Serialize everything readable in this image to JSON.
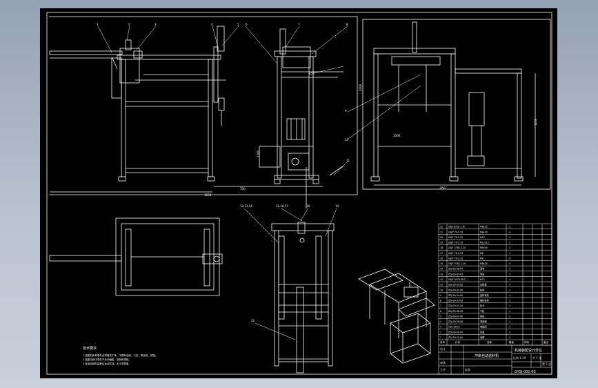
{
  "drawing": {
    "title_block": {
      "drawing_name": "冲床自动送料机",
      "company": "机械装配设计单位",
      "drawing_no": "GYSJ-001-00",
      "approval_row": [
        "设计",
        "",
        "审核",
        "",
        "工艺",
        "批准"
      ]
    },
    "bom_rows": [
      {
        "no": "22",
        "code": "GB/T5782-1-30",
        "name": "M8x25",
        "qty": "1"
      },
      {
        "no": "21",
        "code": "GB/T 70-1-23",
        "name": "M8x30",
        "qty": "4"
      },
      {
        "no": "20",
        "code": "GB/T 70-1-23",
        "name": "M12",
        "qty": "4"
      },
      {
        "no": "19",
        "code": "GB/T 70-1-23",
        "name": "M12x12",
        "qty": "2"
      },
      {
        "no": "18",
        "code": "GB/T 5782-2-20",
        "name": "M8x30",
        "qty": "2"
      },
      {
        "no": "17",
        "code": "GB/T 70-1-22",
        "name": "M6",
        "qty": "4"
      },
      {
        "no": "16",
        "code": "GB/T 70-1-23",
        "name": "M8",
        "qty": "4"
      },
      {
        "no": "15",
        "code": "GB/T 5782-1-20",
        "name": "M8x20",
        "qty": "4"
      },
      {
        "no": "14",
        "code": "ZDJ-00-05-04",
        "name": "滑块",
        "qty": "1"
      },
      {
        "no": "13",
        "code": "ZDJ-00-05-03",
        "name": "导轨",
        "qty": "2"
      },
      {
        "no": "12",
        "code": "GB/T 6170-M12",
        "name": "M12",
        "qty": "4"
      },
      {
        "no": "11",
        "code": "ZDJ-00-05-02",
        "name": "支撑板",
        "qty": "1"
      },
      {
        "no": "10",
        "code": "ZDJ-00-01-00",
        "name": "机架",
        "qty": "1"
      },
      {
        "no": "9",
        "code": "ZDJ-00-04-00",
        "name": "送料机构",
        "qty": "1"
      },
      {
        "no": "8",
        "code": "ZDJ-00-03-00",
        "name": "推料机构",
        "qty": "1"
      },
      {
        "no": "7",
        "code": "ZDJ-00-02-00",
        "name": "料仓",
        "qty": "1"
      },
      {
        "no": "6",
        "code": "ZDJ-00-06-00",
        "name": "气缸",
        "qty": "1"
      },
      {
        "no": "5",
        "code": "ZDJ-00-07-00",
        "name": "电机",
        "qty": "1"
      },
      {
        "no": "4",
        "code": "ZDJ-00-08-00",
        "name": "调速器",
        "qty": "1"
      },
      {
        "no": "3",
        "code": "YDC-ZK-10",
        "name": "电磁阀",
        "qty": "2"
      },
      {
        "no": "2",
        "code": "ZDJ-00-09-00",
        "name": "底座",
        "qty": "1"
      },
      {
        "no": "1",
        "code": "ZDJ-00-10-00",
        "name": "地脚",
        "qty": "2"
      }
    ],
    "bom_header": [
      "序号",
      "代号",
      "名称",
      "数量",
      "材料",
      "备注"
    ],
    "tech_requirements_heading": "技术要求",
    "tech_requirements": [
      "1.装配前所有零件必须清洗干净，不得有毛刺、飞边、氧化皮、锈蚀。",
      "2.装配过程中零件不允许磕碰、划伤和锈蚀。",
      "3.各运动部件装配后运动灵活，无卡滞现象。"
    ],
    "dimensions": [
      "1650",
      "750",
      "1250",
      "850",
      "2000",
      "1200",
      "1000",
      "450"
    ],
    "balloons_top": [
      "1",
      "2",
      "3",
      "4",
      "5",
      "6",
      "7",
      "8",
      "9",
      "10",
      "11"
    ],
    "balloons_mid": [
      "12,13,14",
      "15,16,17",
      "18",
      "19",
      "20"
    ],
    "sheet_info": [
      "比例 1:10",
      "共 1 张",
      "第 1 张"
    ]
  }
}
